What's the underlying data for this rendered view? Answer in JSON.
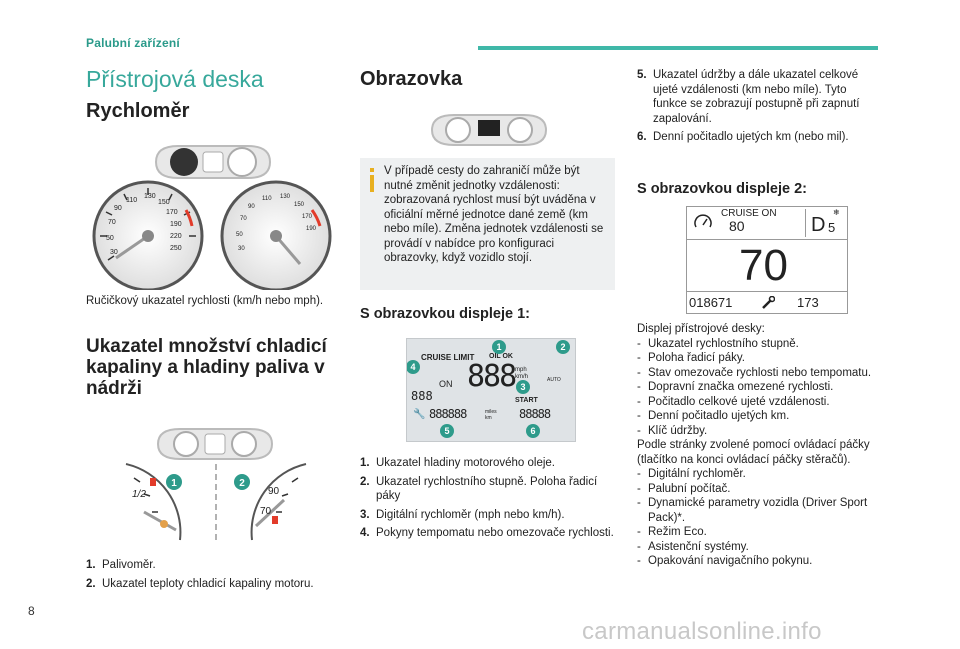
{
  "header": {
    "section": "Palubní zařízení"
  },
  "page_title": "Přístrojová deska",
  "speedo": {
    "heading": "Rychloměr",
    "caption": "Ručičkový ukazatel rychlosti (km/h nebo mph)."
  },
  "cool": {
    "heading": "Ukazatel množství chladicí kapaliny a hladiny paliva v nádrži",
    "items": [
      {
        "n": "1.",
        "text": "Palivoměr."
      },
      {
        "n": "2.",
        "text": "Ukazatel teploty chladicí kapaliny motoru."
      }
    ],
    "gauge_labels": [
      "1/2",
      "90",
      "70"
    ]
  },
  "screen": {
    "heading": "Obrazovka",
    "info": "V případě cesty do zahraničí může být nutné změnit jednotky vzdálenosti: zobrazovaná rychlost musí být uváděna v oficiální měrné jednotce dané země (km nebo míle). Změna jednotek vzdálenosti se provádí v nabídce pro konfiguraci obrazovky, když vozidlo stojí.",
    "display1_heading": "S obrazovkou displeje 1:",
    "display1_labels": {
      "cruise": "CRUISE LIMIT",
      "oil": "OIL OK",
      "digits": "888",
      "units": "mph\nkm/h",
      "on": "ON",
      "start": "START",
      "odo": "888888",
      "trip": "88888",
      "miles": "miles\nkm",
      "small": "888",
      "auto": "AUTO"
    },
    "items": [
      {
        "n": "1.",
        "text": "Ukazatel hladiny motorového oleje."
      },
      {
        "n": "2.",
        "text": "Ukazatel rychlostního stupně. Poloha řadicí páky"
      },
      {
        "n": "3.",
        "text": "Digitální rychloměr (mph nebo km/h)."
      },
      {
        "n": "4.",
        "text": "Pokyny tempomatu nebo omezovače rychlosti."
      }
    ]
  },
  "right": {
    "items": [
      {
        "n": "5.",
        "text": "Ukazatel údržby a dále ukazatel celkové ujeté vzdálenosti (km nebo míle). Tyto funkce se zobrazují postupně při zapnutí zapalování."
      },
      {
        "n": "6.",
        "text": "Denní počitadlo ujetých km (nebo mil)."
      }
    ],
    "display2_heading": "S obrazovkou displeje 2:",
    "display2": {
      "cruise": "CRUISE ON",
      "set_speed": "80",
      "gear": "D",
      "gear_num": "5",
      "speed": "70",
      "odometer": "018671",
      "service": "173"
    },
    "display_intro": "Displej přístrojové desky:",
    "list_a": [
      "Ukazatel rychlostního stupně.",
      "Poloha řadicí páky.",
      "Stav omezovače rychlosti nebo tempomatu.",
      "Dopravní značka omezené rychlosti.",
      "Počitadlo celkové ujeté vzdálenosti.",
      "Denní počitadlo ujetých km.",
      "Klíč údržby."
    ],
    "mid_text": "Podle stránky zvolené pomocí ovládací páčky (tlačítko na konci ovládací páčky stěračů).",
    "list_b": [
      "Digitální rychloměr.",
      "Palubní počítač.",
      "Dynamické parametry vozidla (Driver Sport Pack)*.",
      "Režim Eco.",
      "Asistenční systémy.",
      "Opakování navigačního pokynu."
    ]
  },
  "page_number": "8",
  "watermark": "carmanualsonline.info"
}
